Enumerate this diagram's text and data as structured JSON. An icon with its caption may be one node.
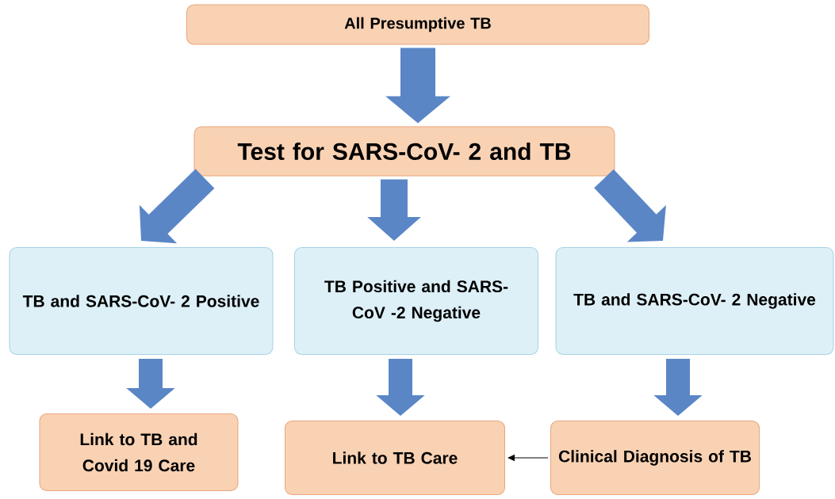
{
  "diagram": {
    "nodes": [
      {
        "text": [
          "All Presumptive TB"
        ]
      },
      {
        "text": [
          "Test for SARS-CoV- 2 and TB"
        ]
      },
      {
        "text": [
          "TB and SARS-CoV- 2 Positive"
        ]
      },
      {
        "text": [
          "TB Positive and SARS-CoV -2 Negative"
        ]
      },
      {
        "text": [
          "TB and SARS-CoV- 2 Negative"
        ]
      },
      {
        "text": [
          "Link to TB and Covid 19 Care"
        ]
      },
      {
        "text": [
          "Link to TB Care"
        ]
      },
      {
        "text": [
          "Clinical Diagnosis of TB"
        ]
      }
    ],
    "edges": [
      {
        "from": 0,
        "to": 1,
        "arrow": "to"
      },
      {
        "from": 1,
        "to": 2,
        "arrow": "to"
      },
      {
        "from": 1,
        "to": 3,
        "arrow": "to"
      },
      {
        "from": 1,
        "to": 4,
        "arrow": "to"
      },
      {
        "from": 2,
        "to": 5,
        "arrow": "to"
      },
      {
        "from": 3,
        "to": 6,
        "arrow": "to"
      },
      {
        "from": 4,
        "to": 7,
        "arrow": "to"
      },
      {
        "from": 7,
        "to": 6,
        "arrow": "to",
        "color": "#000000"
      }
    ]
  }
}
